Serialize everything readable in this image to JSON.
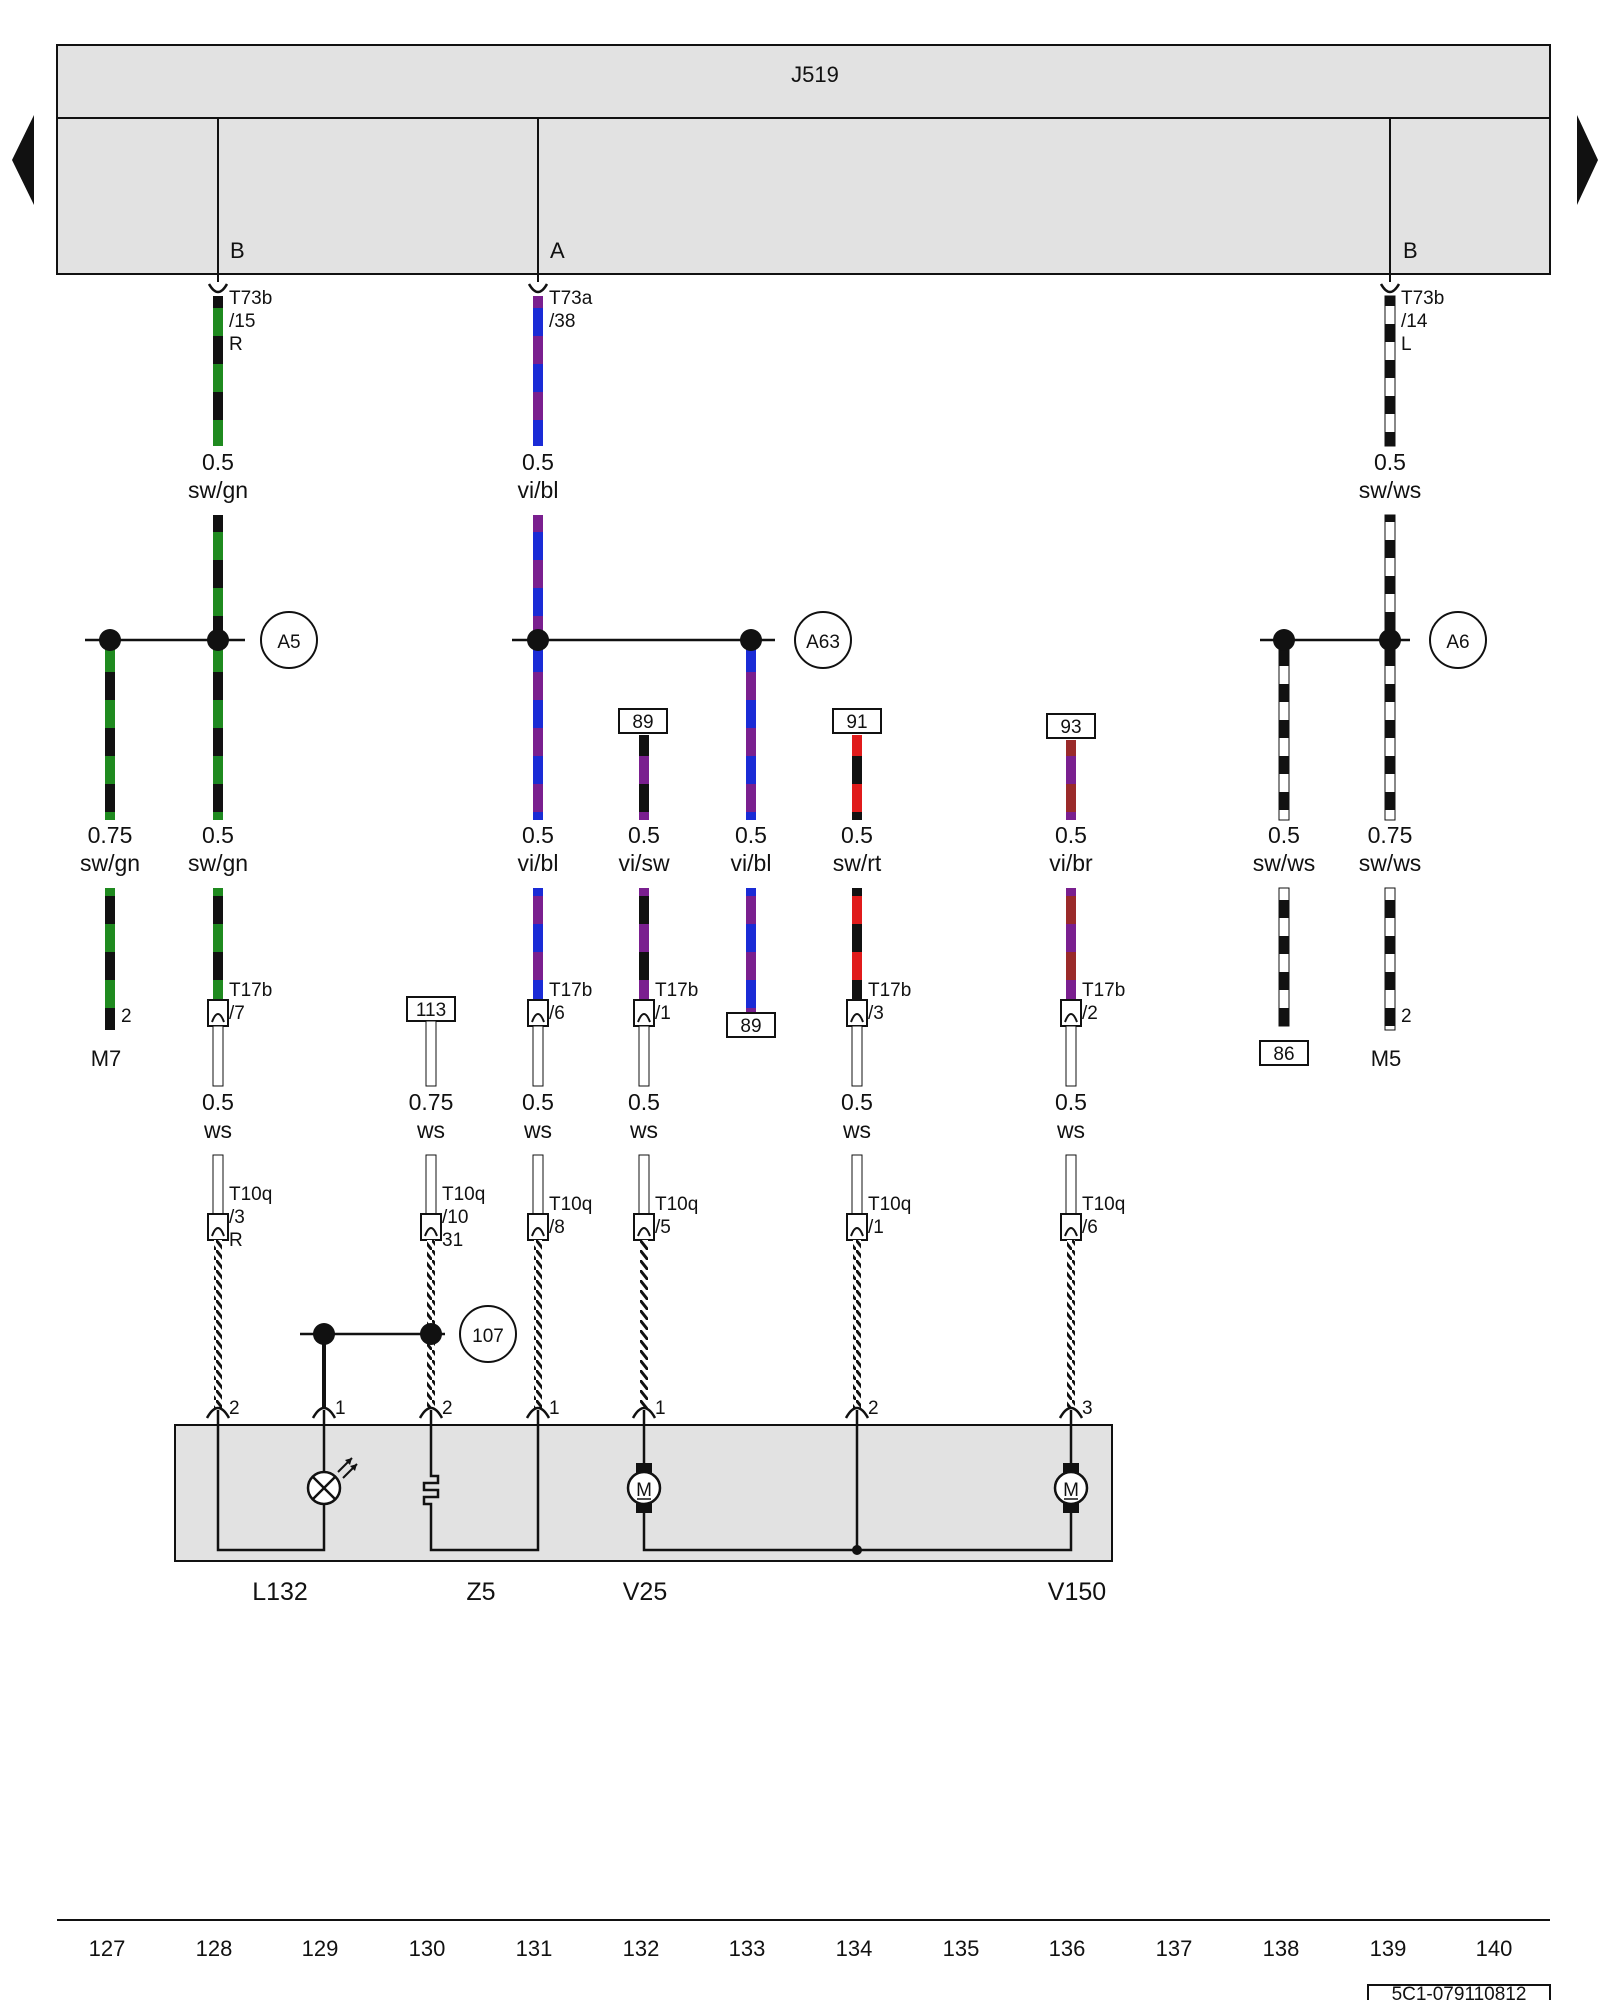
{
  "control_unit": {
    "label": "J519"
  },
  "pins": [
    {
      "id": "pin-b-left",
      "letter": "B",
      "connector": "T73b",
      "pin": "/15",
      "extra": "R"
    },
    {
      "id": "pin-a",
      "letter": "A",
      "connector": "T73a",
      "pin": "/38",
      "extra": ""
    },
    {
      "id": "pin-b-right",
      "letter": "B",
      "connector": "T73b",
      "pin": "/14",
      "extra": "L"
    }
  ],
  "wire_labels": [
    {
      "id": "w1",
      "size": "0.5",
      "color": "sw/gn"
    },
    {
      "id": "w2",
      "size": "0.5",
      "color": "vi/bl"
    },
    {
      "id": "w3",
      "size": "0.5",
      "color": "sw/ws"
    },
    {
      "id": "w4",
      "size": "0.75",
      "color": "sw/gn"
    },
    {
      "id": "w5",
      "size": "0.5",
      "color": "sw/gn"
    },
    {
      "id": "w6",
      "size": "0.5",
      "color": "vi/bl"
    },
    {
      "id": "w7",
      "size": "0.5",
      "color": "vi/sw"
    },
    {
      "id": "w8",
      "size": "0.5",
      "color": "vi/bl"
    },
    {
      "id": "w9",
      "size": "0.5",
      "color": "sw/rt"
    },
    {
      "id": "w10",
      "size": "0.5",
      "color": "vi/br"
    },
    {
      "id": "w11",
      "size": "0.5",
      "color": "sw/ws"
    },
    {
      "id": "w12",
      "size": "0.75",
      "color": "sw/ws"
    },
    {
      "id": "w13",
      "size": "0.5",
      "color": "ws"
    },
    {
      "id": "w14",
      "size": "0.75",
      "color": "ws"
    },
    {
      "id": "w15",
      "size": "0.5",
      "color": "ws"
    },
    {
      "id": "w16",
      "size": "0.5",
      "color": "ws"
    },
    {
      "id": "w17",
      "size": "0.5",
      "color": "ws"
    },
    {
      "id": "w18",
      "size": "0.5",
      "color": "ws"
    }
  ],
  "junctions": [
    "A5",
    "A63",
    "A6",
    "107"
  ],
  "references": [
    "89",
    "91",
    "93",
    "113",
    "89",
    "86"
  ],
  "t17b": [
    {
      "connector": "T17b",
      "pin": "/7"
    },
    {
      "connector": "T17b",
      "pin": "/6"
    },
    {
      "connector": "T17b",
      "pin": "/1"
    },
    {
      "connector": "T17b",
      "pin": "/3"
    },
    {
      "connector": "T17b",
      "pin": "/2"
    }
  ],
  "t10q": [
    {
      "connector": "T10q",
      "pin": "/3",
      "extra": "R"
    },
    {
      "connector": "T10q",
      "pin": "/10",
      "extra": "31"
    },
    {
      "connector": "T10q",
      "pin": "/8",
      "extra": ""
    },
    {
      "connector": "T10q",
      "pin": "/5",
      "extra": ""
    },
    {
      "connector": "T10q",
      "pin": "/1",
      "extra": ""
    },
    {
      "connector": "T10q",
      "pin": "/6",
      "extra": ""
    }
  ],
  "grounds": [
    {
      "label": "M7",
      "pin": "2"
    },
    {
      "label": "M5",
      "pin": "2"
    }
  ],
  "component_pins": [
    "2",
    "1",
    "2",
    "1",
    "1",
    "2",
    "3"
  ],
  "components": [
    "L132",
    "Z5",
    "V25",
    "V150"
  ],
  "motor_symbol": "M",
  "ruler": [
    "127",
    "128",
    "129",
    "130",
    "131",
    "132",
    "133",
    "134",
    "135",
    "136",
    "137",
    "138",
    "139",
    "140"
  ],
  "doc_id": "5C1-079110812",
  "colors": {
    "sw": "#111111",
    "gn": "#1f8a1f",
    "vi": "#7a1f8f",
    "bl": "#1a2bd6",
    "ws": "#ffffff",
    "rt": "#e01b1b",
    "br": "#9a2a2a",
    "panel": "#e2e2e2",
    "line": "#111111"
  }
}
